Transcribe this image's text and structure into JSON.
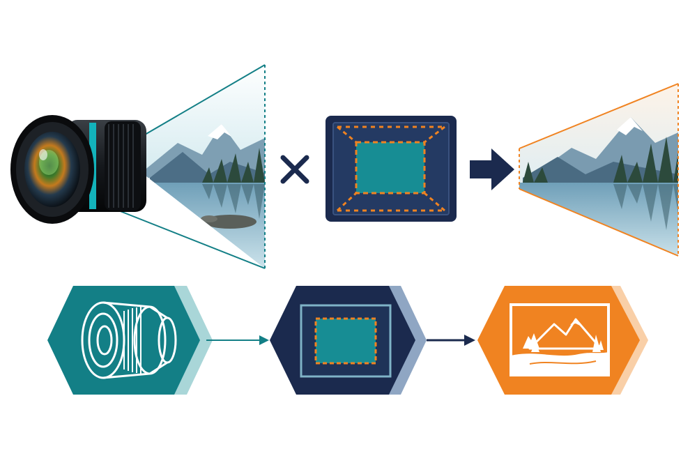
{
  "colors": {
    "teal": "#137f86",
    "teal_light": "#a9d6d8",
    "navy": "#1b2a4e",
    "navy_light": "#8fa6c3",
    "orange": "#f08321",
    "orange_light": "#f9cfa7",
    "sensor_teal": "#178d94",
    "arrow_dark": "#1b2a4e"
  },
  "icons": {
    "camera_lens": "camera-lens-icon",
    "multiply": "multiply-icon",
    "image_sensor": "image-sensor-icon",
    "arrow_right": "arrow-right-icon",
    "landscape_scene": "landscape-scene-icon",
    "lens_outline": "lens-outline-icon",
    "sensor_outline": "sensor-outline-icon",
    "landscape_photo": "landscape-photo-icon"
  },
  "stages": [
    "lens",
    "sensor",
    "image"
  ]
}
